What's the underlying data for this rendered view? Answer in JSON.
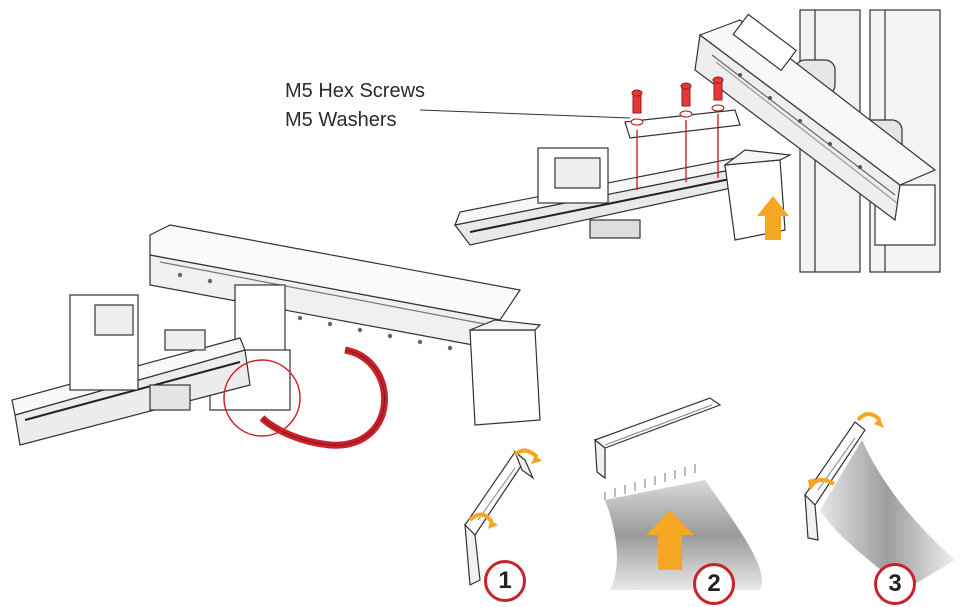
{
  "callout": {
    "line1": "M5 Hex Screws",
    "line2": "M5 Washers"
  },
  "steps": [
    "1",
    "2",
    "3"
  ],
  "colors": {
    "accent_red": "#c8232c",
    "arrow_orange": "#f5a623",
    "line_gray": "#333333"
  }
}
